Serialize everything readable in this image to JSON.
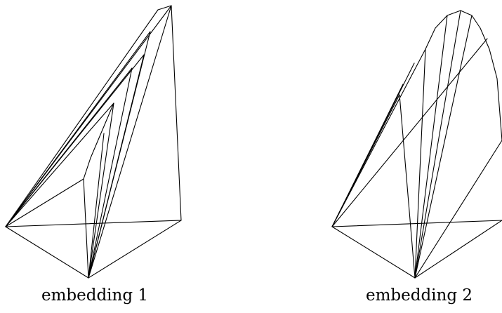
{
  "figures": [
    {
      "caption": "embedding 1",
      "edges": [
        [
          [
            8,
            323
          ],
          [
            126,
            396
          ]
        ],
        [
          [
            126,
            396
          ],
          [
            258,
            314
          ]
        ],
        [
          [
            8,
            323
          ],
          [
            258,
            314
          ]
        ],
        [
          [
            8,
            323
          ],
          [
            225,
            14
          ]
        ],
        [
          [
            225,
            14
          ],
          [
            244,
            8
          ]
        ],
        [
          [
            244,
            8
          ],
          [
            258,
            314
          ]
        ],
        [
          [
            8,
            323
          ],
          [
            244,
            8
          ]
        ],
        [
          [
            8,
            323
          ],
          [
            214,
            45
          ]
        ],
        [
          [
            8,
            323
          ],
          [
            205,
            78
          ]
        ],
        [
          [
            8,
            323
          ],
          [
            188,
            97
          ]
        ],
        [
          [
            8,
            323
          ],
          [
            162,
            147
          ]
        ],
        [
          [
            162,
            147
          ],
          [
            129,
            225
          ]
        ],
        [
          [
            129,
            225
          ],
          [
            119,
            255
          ]
        ],
        [
          [
            119,
            255
          ],
          [
            126,
            396
          ]
        ],
        [
          [
            8,
            323
          ],
          [
            119,
            255
          ]
        ],
        [
          [
            126,
            396
          ],
          [
            244,
            8
          ]
        ],
        [
          [
            126,
            396
          ],
          [
            214,
            45
          ]
        ],
        [
          [
            126,
            396
          ],
          [
            205,
            78
          ]
        ],
        [
          [
            126,
            396
          ],
          [
            188,
            97
          ]
        ],
        [
          [
            126,
            396
          ],
          [
            162,
            147
          ]
        ],
        [
          [
            126,
            396
          ],
          [
            148,
            190
          ]
        ]
      ]
    },
    {
      "caption": "embedding 2",
      "edges": [
        [
          [
            473,
            323
          ],
          [
            591,
            396
          ]
        ],
        [
          [
            591,
            396
          ],
          [
            715,
            314
          ]
        ],
        [
          [
            473,
            323
          ],
          [
            715,
            314
          ]
        ],
        [
          [
            473,
            323
          ],
          [
            606,
            70
          ]
        ],
        [
          [
            606,
            70
          ],
          [
            620,
            40
          ]
        ],
        [
          [
            620,
            40
          ],
          [
            637,
            22
          ]
        ],
        [
          [
            637,
            22
          ],
          [
            656,
            15
          ]
        ],
        [
          [
            656,
            15
          ],
          [
            672,
            22
          ]
        ],
        [
          [
            672,
            22
          ],
          [
            684,
            40
          ]
        ],
        [
          [
            684,
            40
          ],
          [
            697,
            70
          ]
        ],
        [
          [
            697,
            70
          ],
          [
            708,
            112
          ]
        ],
        [
          [
            708,
            112
          ],
          [
            715,
            200
          ]
        ],
        [
          [
            473,
            323
          ],
          [
            569,
            135
          ]
        ],
        [
          [
            473,
            323
          ],
          [
            574,
            120
          ]
        ],
        [
          [
            473,
            323
          ],
          [
            590,
            90
          ]
        ],
        [
          [
            473,
            323
          ],
          [
            694,
            55
          ]
        ],
        [
          [
            569,
            135
          ],
          [
            591,
            396
          ]
        ],
        [
          [
            591,
            396
          ],
          [
            606,
            70
          ]
        ],
        [
          [
            591,
            396
          ],
          [
            637,
            22
          ]
        ],
        [
          [
            591,
            396
          ],
          [
            656,
            15
          ]
        ],
        [
          [
            591,
            396
          ],
          [
            672,
            22
          ]
        ],
        [
          [
            591,
            396
          ],
          [
            715,
            200
          ]
        ]
      ]
    }
  ]
}
